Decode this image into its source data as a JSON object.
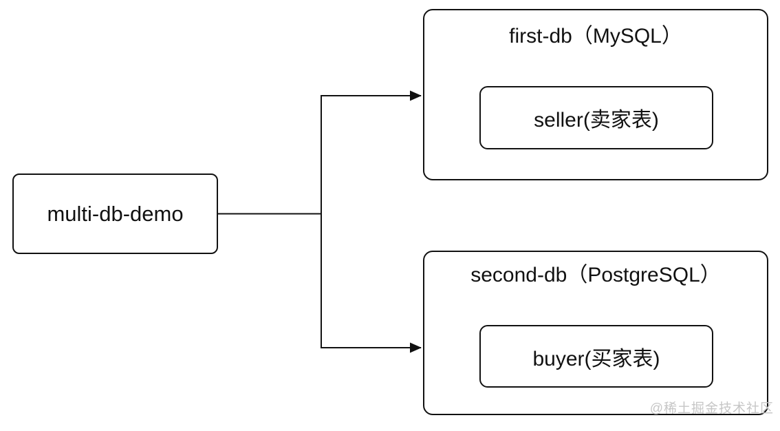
{
  "diagram": {
    "root": {
      "label": "multi-db-demo"
    },
    "databases": [
      {
        "title": "first-db（MySQL）",
        "table": "seller(卖家表)"
      },
      {
        "title": "second-db（PostgreSQL）",
        "table": "buyer(买家表)"
      }
    ],
    "watermark": "@稀土掘金技术社区"
  },
  "colors": {
    "stroke": "#111111",
    "background": "#ffffff",
    "watermark": "#c6c6c6"
  }
}
